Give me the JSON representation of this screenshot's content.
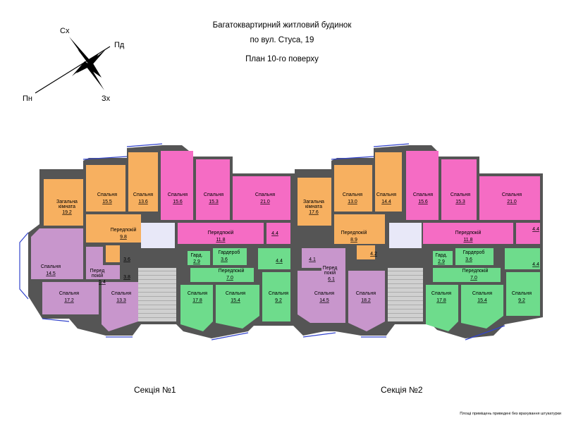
{
  "title": {
    "line1": "Багатоквартирний житловий будинок",
    "line2": "по вул. Стуса, 19",
    "line3": "План 10-го поверху"
  },
  "compass": {
    "north": "Пн",
    "south": "Пд",
    "east": "Сх",
    "west": "Зх"
  },
  "colors": {
    "orange": "#F7B060",
    "pink": "#F56CC4",
    "purple": "#C896CC",
    "green": "#6EDC8C",
    "wall": "#555555",
    "stair": "#C8C8C8",
    "glass": "#E8E8F8"
  },
  "section1": {
    "label": "Секція №1",
    "rooms": {
      "living": {
        "name1": "Загальна",
        "name2": "кімната",
        "area": "19.2"
      },
      "bed_a": {
        "name": "Спальня",
        "area": "15.5"
      },
      "bed_b": {
        "name": "Спальня",
        "area": "13.6"
      },
      "hall_orange": {
        "name": "Передпокій",
        "area": "9.8"
      },
      "bath_orange": {
        "area": "3.6"
      },
      "bed_c": {
        "name": "Спальня",
        "area": "15.6"
      },
      "bed_d": {
        "name": "Спальня",
        "area": "15.3"
      },
      "bed_e": {
        "name": "Спальня",
        "area": "21.0"
      },
      "hall_pink": {
        "name": "Передпокій",
        "area": "11.8"
      },
      "bath_pink": {
        "area": "4.4"
      },
      "bed_f": {
        "name": "Спальня",
        "area": "14.5"
      },
      "hall_purple": {
        "name1": "Перед",
        "name2": "покій",
        "area": "5.4"
      },
      "bath_purple": {
        "area": "3.8"
      },
      "bed_g": {
        "name": "Спальня",
        "area": "17.2"
      },
      "bed_h": {
        "name": "Спальня",
        "area": "13.3"
      },
      "gard": {
        "name": "Гард.",
        "area": "2.9"
      },
      "wardrobe": {
        "name": "Гардероб",
        "area": "3.6"
      },
      "hall_green": {
        "name": "Передпокій",
        "area": "7.0"
      },
      "bath_green": {
        "area": "4.4"
      },
      "bed_i": {
        "name": "Спальня",
        "area": "17.8"
      },
      "bed_j": {
        "name": "Спальня",
        "area": "15.4"
      },
      "bed_k": {
        "name": "Спальня",
        "area": "9.2"
      }
    }
  },
  "section2": {
    "label": "Секція №2",
    "rooms": {
      "living": {
        "name1": "Загальна",
        "name2": "кімната",
        "area": "17.6"
      },
      "bed_a": {
        "name": "Спальня",
        "area": "13.0"
      },
      "bed_b": {
        "name": "Спальня",
        "area": "14.4"
      },
      "hall_orange": {
        "name": "Передпокій",
        "area": "8.9"
      },
      "bath_orange": {
        "area": "4.2"
      },
      "bed_c": {
        "name": "Спальня",
        "area": "15.6"
      },
      "bed_d": {
        "name": "Спальня",
        "area": "15.3"
      },
      "bed_e": {
        "name": "Спальня",
        "area": "21.0"
      },
      "hall_pink": {
        "name": "Передпокій",
        "area": "11.8"
      },
      "bath_pink": {
        "area": "4.4"
      },
      "bath_purple": {
        "area": "4.1"
      },
      "hall_purple": {
        "name1": "Перед",
        "name2": "покій",
        "area": "6.1"
      },
      "bed_f": {
        "name": "Спальня",
        "area": "14.5"
      },
      "bed_g": {
        "name": "Спальня",
        "area": "18.2"
      },
      "gard": {
        "name": "Гард.",
        "area": "2.9"
      },
      "wardrobe": {
        "name": "Гардероб",
        "area": "3.6"
      },
      "hall_green": {
        "name": "Передпокій",
        "area": "7.0"
      },
      "bath_green": {
        "area": "4.4"
      },
      "bed_i": {
        "name": "Спальня",
        "area": "17.8"
      },
      "bed_j": {
        "name": "Спальня",
        "area": "15.4"
      },
      "bed_k": {
        "name": "Спальня",
        "area": "9.2"
      }
    }
  },
  "footnote": "Площі приміщень приведені без врахування штукатурки"
}
